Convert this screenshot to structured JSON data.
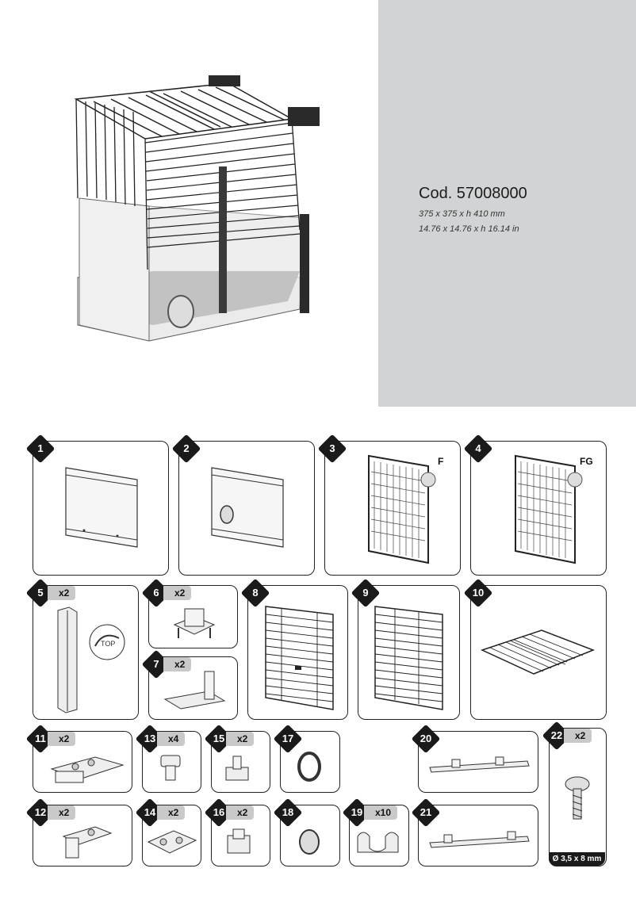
{
  "product": {
    "code": "Cod. 57008000",
    "dim_metric": "375 x 375 x h 410 mm",
    "dim_imperial": "14.76 x 14.76 x h 16.14 in"
  },
  "parts": [
    {
      "num": "1",
      "qty": ""
    },
    {
      "num": "2",
      "qty": ""
    },
    {
      "num": "3",
      "qty": "",
      "callout": "F"
    },
    {
      "num": "4",
      "qty": "",
      "callout": "FG"
    },
    {
      "num": "5",
      "qty": "x2"
    },
    {
      "num": "6",
      "qty": "x2"
    },
    {
      "num": "7",
      "qty": "x2"
    },
    {
      "num": "8",
      "qty": ""
    },
    {
      "num": "9",
      "qty": ""
    },
    {
      "num": "10",
      "qty": ""
    },
    {
      "num": "11",
      "qty": "x2"
    },
    {
      "num": "13",
      "qty": "x4"
    },
    {
      "num": "15",
      "qty": "x2"
    },
    {
      "num": "17",
      "qty": ""
    },
    {
      "num": "20",
      "qty": ""
    },
    {
      "num": "22",
      "qty": "x2",
      "spec": "Ø 3,5 x 8 mm"
    },
    {
      "num": "12",
      "qty": "x2"
    },
    {
      "num": "14",
      "qty": "x2"
    },
    {
      "num": "16",
      "qty": "x2"
    },
    {
      "num": "18",
      "qty": ""
    },
    {
      "num": "19",
      "qty": "x10"
    },
    {
      "num": "21",
      "qty": ""
    }
  ],
  "part5_label": "TOP",
  "colors": {
    "panel": "#d2d3d4",
    "ink": "#1a1a1a",
    "qty_bg": "#c9c9c9"
  }
}
